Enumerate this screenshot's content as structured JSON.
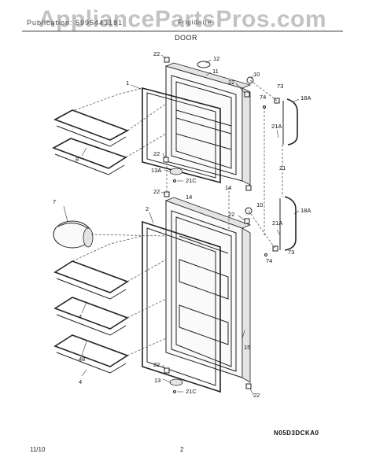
{
  "header": {
    "model": "Publication: 5995443181",
    "section": "Frigidaire",
    "title": "DOOR"
  },
  "watermark": "AppliancePartsPros.com",
  "diagram_code": "N05D3DCKA0",
  "footer": {
    "date": "11/10",
    "page": "2"
  },
  "callouts": {
    "c22a": "22",
    "c12": "12",
    "c11": "11",
    "c22b": "22",
    "c10a": "10",
    "c73a": "73",
    "c1": "1",
    "c74a": "74",
    "c18a1": "18A",
    "c8": "8",
    "c21a1": "21A",
    "c22c": "22",
    "c13a": "13A",
    "c21c1": "21C",
    "c21": "21",
    "c22d": "22",
    "c14a": "14",
    "c14b": "14",
    "c7": "7",
    "c2": "2",
    "c22e": "22",
    "c10b": "10",
    "c18a2": "18A",
    "c21a2": "21A",
    "c73b": "73",
    "c74b": "74",
    "c4a": "4",
    "c48": "48",
    "c15": "15",
    "c4b": "4",
    "c22f": "22",
    "c13": "13",
    "c21c2": "21C",
    "c22g": "22"
  }
}
